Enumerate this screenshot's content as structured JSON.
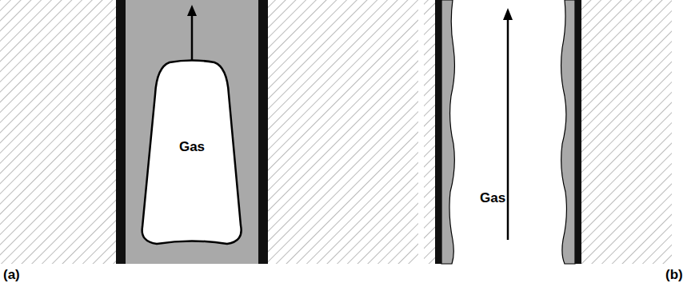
{
  "diagram": {
    "nodes": [
      {
        "text": [
          "Gas"
        ]
      }
    ],
    "labels": [
      "(a)",
      "Gas",
      "(b)"
    ]
  }
}
